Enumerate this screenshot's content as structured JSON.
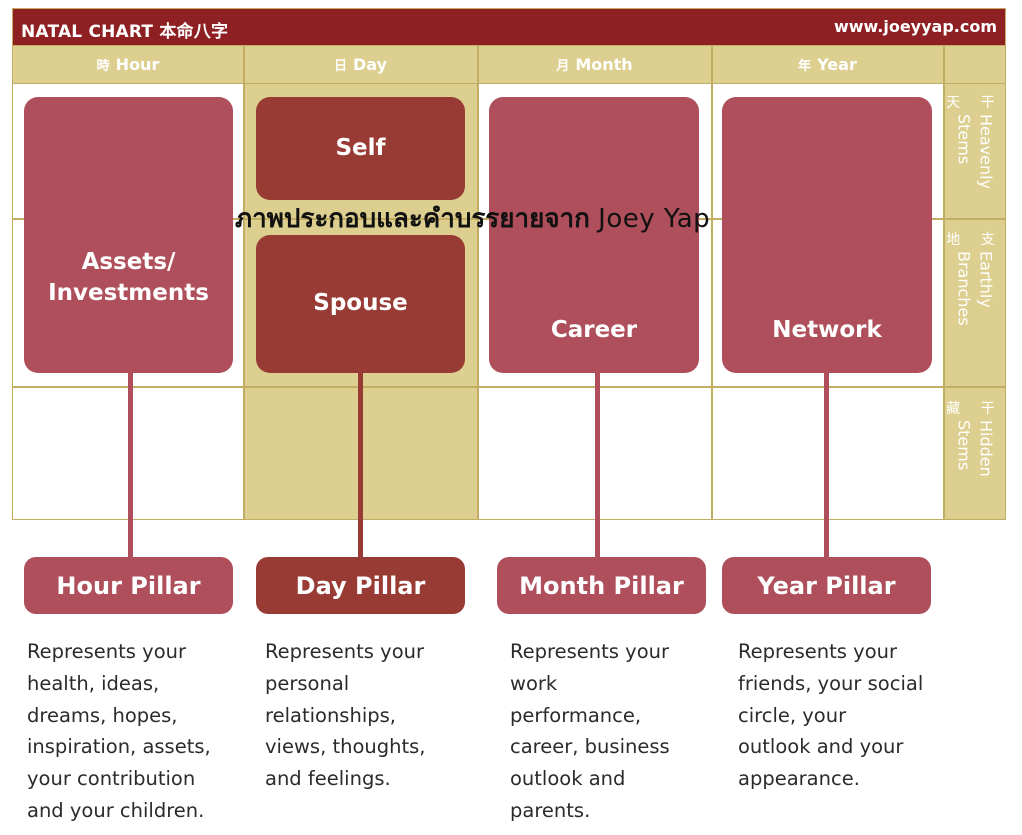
{
  "header": {
    "title": "NATAL CHART 本命八字",
    "url": "www.joeyyap.com"
  },
  "columns": [
    {
      "glyph": "時",
      "label": "Hour"
    },
    {
      "glyph": "日",
      "label": "Day"
    },
    {
      "glyph": "月",
      "label": "Month"
    },
    {
      "glyph": "年",
      "label": "Year"
    }
  ],
  "side_labels": [
    {
      "cjk": "天 干",
      "text": "Heavenly\nStems"
    },
    {
      "cjk": "地 支",
      "text": "Earthly\nBranches"
    },
    {
      "cjk": "藏 干",
      "text": "Hidden\nStems"
    }
  ],
  "boxes": {
    "hour": "Assets/\nInvestments",
    "day_top": "Self",
    "day_bottom": "Spouse",
    "month": "Career",
    "year": "Network"
  },
  "watermark": {
    "thai": "ภาพประกอบและคำบรรยายจาก",
    "name": "Joey Yap"
  },
  "pillars": [
    {
      "label": "Hour Pillar",
      "description": "Represents your\nhealth, ideas,\ndreams, hopes,\ninspiration, assets,\nyour contribution\nand your children."
    },
    {
      "label": "Day Pillar",
      "description": "Represents your\npersonal\nrelationships,\nviews, thoughts,\nand feelings."
    },
    {
      "label": "Month Pillar",
      "description": "Represents your\nwork\nperformance,\ncareer, business\noutlook and\nparents."
    },
    {
      "label": "Year Pillar",
      "description": "Represents your\nfriends, your social\ncircle, your\noutlook and your\nappearance."
    }
  ],
  "colors": {
    "banner": "#8e1f22",
    "gold": "#dccf8f",
    "rose": "#ae4f5b",
    "brick": "#993b35"
  }
}
